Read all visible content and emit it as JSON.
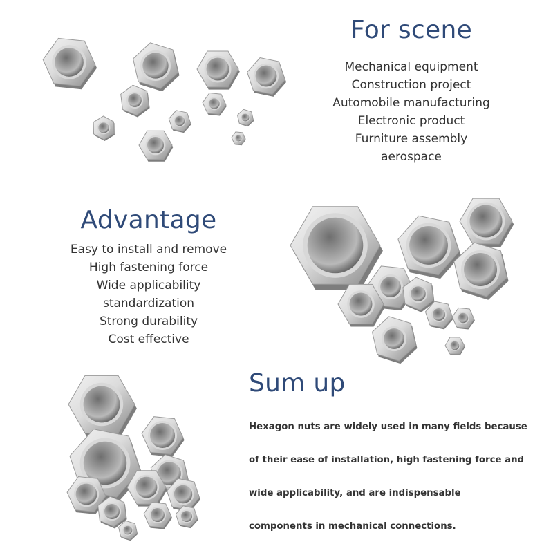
{
  "scene": {
    "title": "For scene",
    "items": [
      "Mechanical equipment",
      "Construction project",
      "Automobile manufacturing",
      "Electronic product",
      "Furniture assembly",
      "aerospace"
    ]
  },
  "advantage": {
    "title": "Advantage",
    "items": [
      "Easy to install and remove",
      "High fastening force",
      "Wide applicability",
      "standardization",
      "Strong durability",
      "Cost effective"
    ]
  },
  "sum_up": {
    "title": "Sum up",
    "lines": [
      "Hexagon nuts are widely used in many fields because",
      "of their ease of installation, high fastening force and",
      "wide applicability, and are indispensable",
      "components in mechanical connections."
    ]
  },
  "colors": {
    "heading": "#2f4a78",
    "body_text": "#333333",
    "steel_light": "#dcdcdc",
    "steel_dark": "#8a8a8a"
  }
}
